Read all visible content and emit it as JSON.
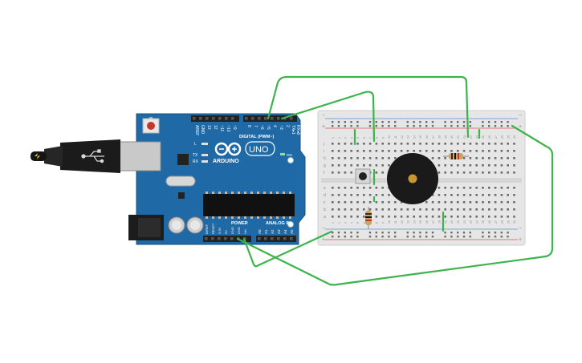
{
  "colors": {
    "wire": "#3cb44b",
    "pcb": "#1f6aa6",
    "pcb_dark": "#17517f",
    "header": "#222222",
    "breadboard": "#e9e9e9",
    "rail_red": "#d9534f",
    "rail_blue": "#5b8fd6",
    "buzzer": "#1a1a1a",
    "buzzer_center": "#c8962e",
    "usb_plug": "#1b1b1b",
    "usb_metal": "#c9c9c9"
  },
  "arduino": {
    "brand": "ARDUINO",
    "model": "UNO",
    "aref": "AREF",
    "gnd_top": "GND",
    "digital_label": "DIGITAL (PWM~)",
    "digital_pins": [
      "13",
      "12",
      "~11",
      "~10",
      "~9",
      "8",
      "7",
      "~6",
      "~5",
      "4",
      "~3",
      "2",
      "TX▸1",
      "RX◂0"
    ],
    "led_l": "L",
    "led_tx": "TX",
    "led_rx": "RX",
    "on_label": "ON",
    "power_label": "POWER",
    "analog_label": "ANALOG IN",
    "power_pins": [
      "IOREF",
      "RESET",
      "3.3V",
      "5V",
      "GND",
      "GND",
      "Vin"
    ],
    "analog_pins": [
      "A0",
      "A1",
      "A2",
      "A3",
      "A4",
      "A5"
    ]
  },
  "breadboard": {
    "plus": "+",
    "minus": "−",
    "row_letters_top": [
      "j",
      "i",
      "h",
      "g",
      "f"
    ],
    "row_letters_bottom": [
      "e",
      "d",
      "c",
      "b",
      "a"
    ],
    "column_numbers": [
      "1",
      "2",
      "3",
      "4",
      "5",
      "6",
      "7",
      "8",
      "9",
      "10",
      "11",
      "12",
      "13",
      "14",
      "15",
      "16",
      "17",
      "18",
      "19",
      "20",
      "21",
      "22",
      "23",
      "24",
      "25",
      "26",
      "27",
      "28",
      "29",
      "30"
    ]
  },
  "icons": {
    "usb": "usb-icon",
    "buzzer": "piezo-buzzer-icon",
    "button": "push-button-icon",
    "resistor": "resistor-icon"
  }
}
